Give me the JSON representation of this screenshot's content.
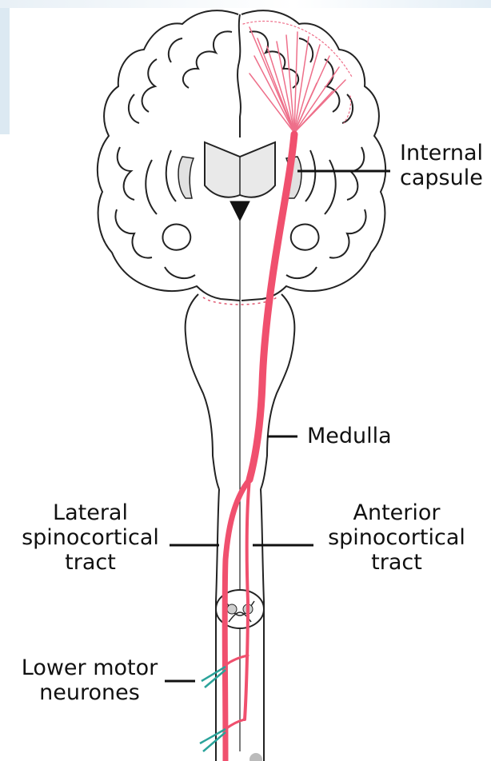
{
  "labels": {
    "internal_capsule": [
      "Internal",
      "capsule"
    ],
    "medulla": "Medulla",
    "lateral_spinocortical_tract": [
      "Lateral",
      "spinocortical",
      "tract"
    ],
    "anterior_spinocortical_tract": [
      "Anterior",
      "spinocortical",
      "tract"
    ],
    "lower_motor_neurones": [
      "Lower motor",
      "neurones"
    ]
  },
  "colors": {
    "tract": "#f0506e",
    "fibres": "#ee6f8a",
    "outline": "#222222",
    "neurone": "#2aa39a",
    "background": "#ffffff"
  }
}
